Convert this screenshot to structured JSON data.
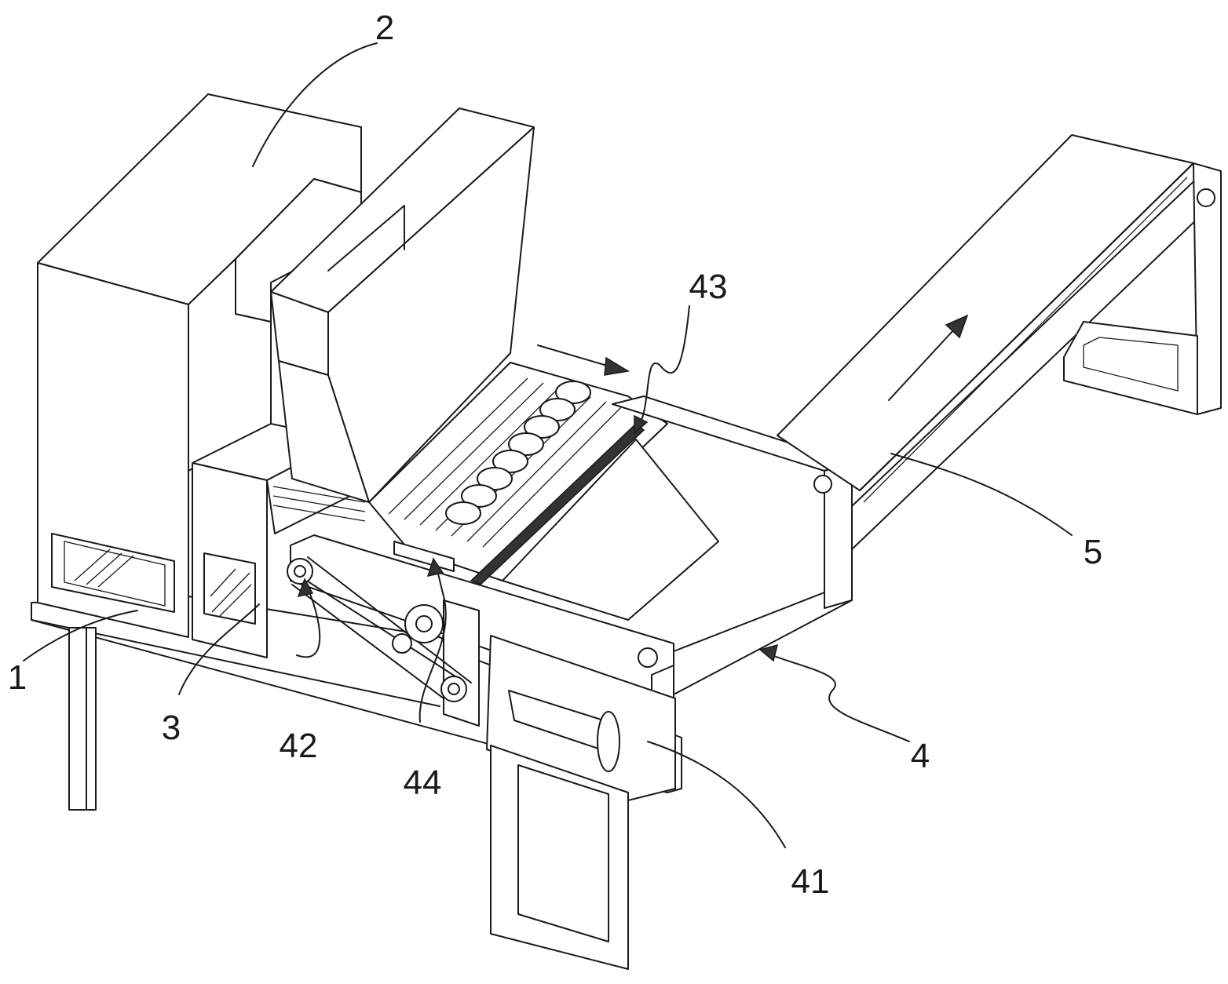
{
  "labels": {
    "l1": "1",
    "l2": "2",
    "l3": "3",
    "l4": "4",
    "l5": "5",
    "l41": "41",
    "l42": "42",
    "l43": "43",
    "l44": "44"
  },
  "colors": {
    "line": "#1a1a1a",
    "background": "#ffffff"
  }
}
